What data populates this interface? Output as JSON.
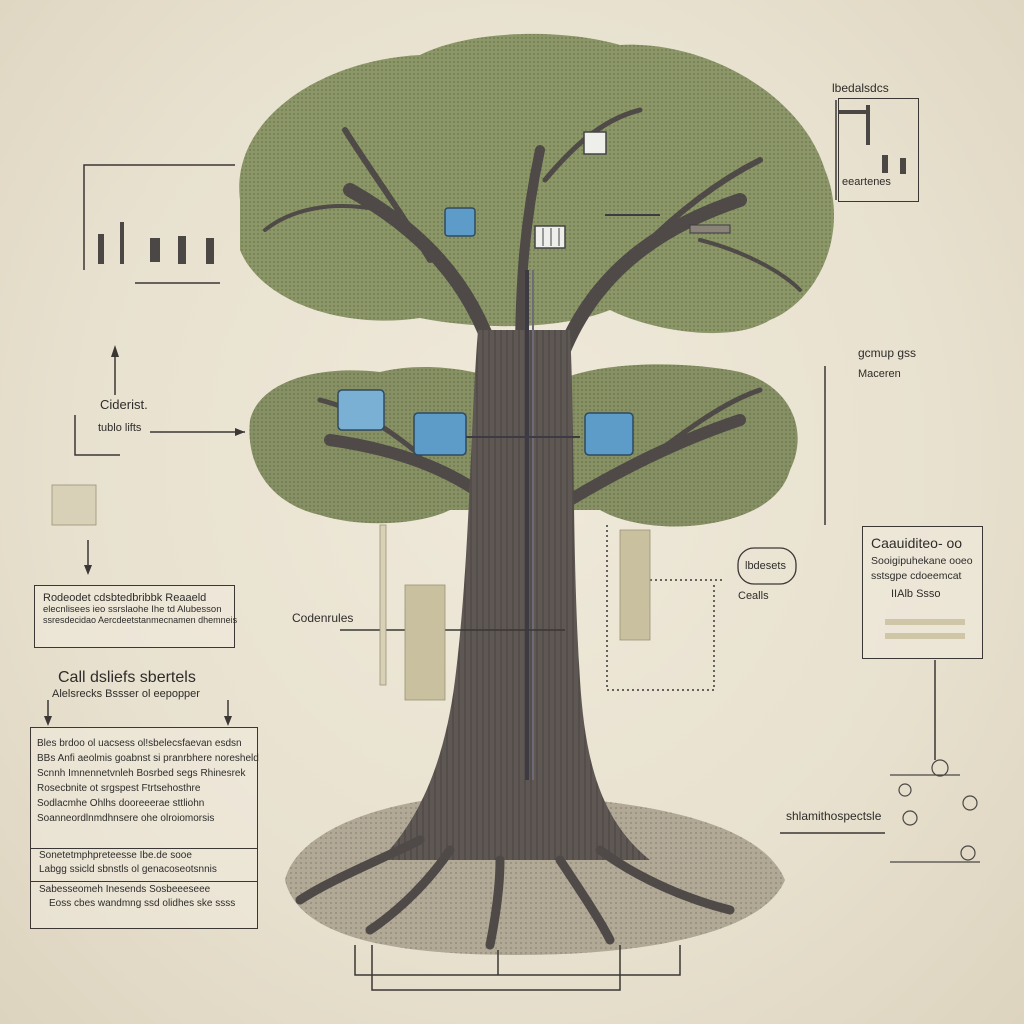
{
  "labels": {
    "top_right_title": "lbedalsdcs",
    "top_right_sub": "eeartenes",
    "mid_left_title": "Ciderist.",
    "mid_left_sub": "tublo lifts",
    "right_mid_title": "gcmup gss",
    "right_mid_sub": "Maceren",
    "center_callout": "Codenrules",
    "right_pill": "lbdesets",
    "right_pill_sub": "Cealls",
    "bottom_right_label": "shlamithospectsle",
    "left_section_title": "Call dsliefs sbertels",
    "left_section_sub": "Alelsrecks Bssser ol eepopper"
  },
  "left_box_lines": [
    "Rodeodet cdsbtedbribbk Reaaeld",
    "elecnlisees ieo ssrslaohe Ihe td Alubesson",
    "ssresdecidao Aercdeetstanmecnamen dhemneis"
  ],
  "big_box_lines": [
    "Bles brdoo ol uacsess ol!sbelecsfaevan esdsn",
    "BBs Anfi aeolmis goabnst si pranrbhere noresheld",
    "Scnnh Imnennetvnleh Bosrbed segs Rhinesrek",
    "Rosecbnite ot srgspest Ftrtsehosthre",
    "Sodlacmhe Ohlhs dooreeerae sttliohn",
    "Soanneordlnmdhnsere ohe olroiomorsis"
  ],
  "big_box_footer_lines": [
    "Sonetetmphpreteesse Ibe.de sooe",
    "Labgg ssicld sbnstls ol genacoseotsnnis",
    "Sabesseomeh Inesends Sosbeeeseee",
    "Eoss cbes wandmng ssd olidhes ske ssss"
  ],
  "right_box_lines": [
    "Caauiditeo- oo",
    "Sooigipuhekane ooeo",
    "sstsgpe cdoeemcat",
    "IIAlb Ssso"
  ],
  "colors": {
    "background": "#e8e1cf",
    "foliage": "#7f8a5c",
    "trunk": "#5b5551",
    "device": "#5d9cc9",
    "ink": "#2e2c2a"
  }
}
